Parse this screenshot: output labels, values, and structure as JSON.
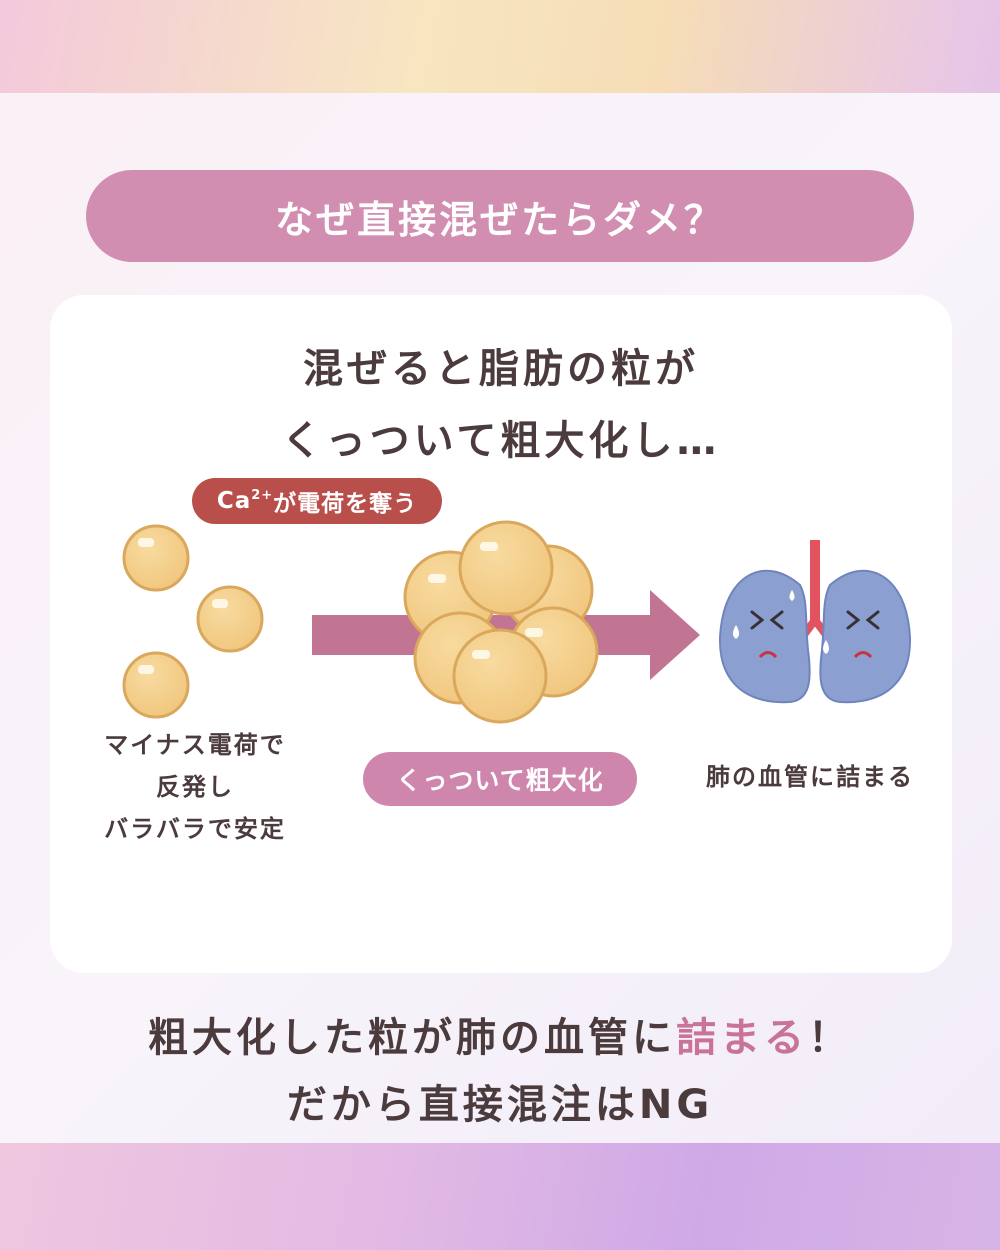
{
  "title": "なぜ直接混ぜたらダメ？",
  "headline": {
    "line1": "混ぜると脂肪の粒が",
    "line2": "くっついて粗大化し…"
  },
  "ca_badge": {
    "base": "Ca",
    "sup": "2+",
    "text": "が電荷を奪う"
  },
  "left_caption": {
    "line1": "マイナス電荷で",
    "line2": "反発し",
    "line3": "バラバラで安定"
  },
  "center_badge": "くっついて粗大化",
  "right_caption": "肺の血管に詰まる",
  "bottom": {
    "line1_prefix": "粗大化した粒が肺の血管に",
    "line1_accent": "詰まる",
    "line1_suffix": "！",
    "line2": "だから直接混注はNG"
  },
  "colors": {
    "title_pill": "#d28eb1",
    "ca_badge": "#b94f4b",
    "center_badge": "#cf86ad",
    "accent_text": "#c97399",
    "droplet": "#f3cf8b",
    "arrow": "#c27493",
    "lung": "#8c9fd1"
  },
  "icons": [
    "fat-droplet-icon",
    "fat-cluster-icon",
    "arrow-right-icon",
    "sick-lungs-icon"
  ]
}
